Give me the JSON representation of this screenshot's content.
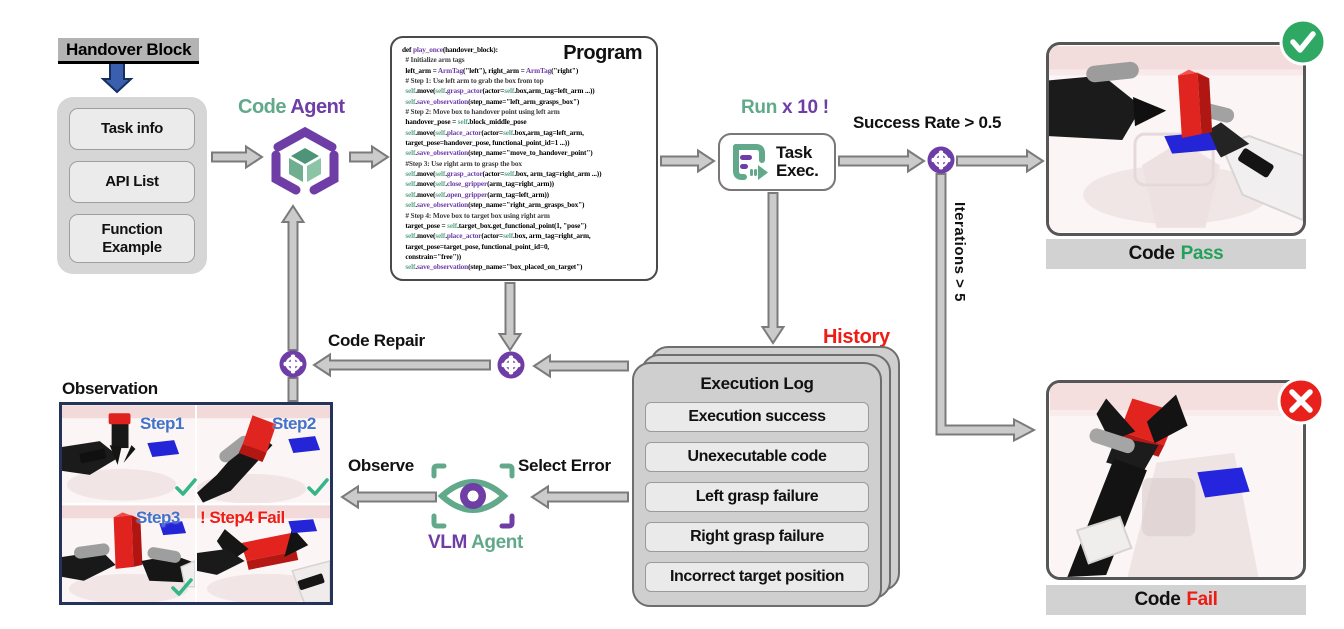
{
  "colors": {
    "purple": "#6e3da6",
    "green": "#62a98b",
    "status_green": "#25a05a",
    "status_red": "#ee1c14",
    "step_blue": "#4472c8",
    "arrow_gray": "#cbcbcb",
    "block_blue": "#2525d8",
    "block_red": "#e0241f"
  },
  "input_panel": {
    "header": "Handover Block",
    "items": [
      "Task info",
      "API List",
      "Function Example"
    ]
  },
  "code_agent": {
    "word1": "Code",
    "word2": "Agent"
  },
  "program": {
    "title": "Program",
    "code_lines": [
      "def play_once(handover_block):",
      "  # Initialize arm tags",
      "  left_arm = ArmTag(\"left\"), right_arm = ArmTag(\"right\")",
      "  # Step 1: Use left arm to grab the box from top",
      "  self.move(self.grasp_actor(actor=self.box,arm_tag=left_arm ...))",
      "  self.save_observation(step_name=\"left_arm_grasps_box\")",
      "  # Step 2: Move box to handover point using left arm",
      "  handover_pose = self.block_middle_pose",
      "  self.move(self.place_actor(actor=self.box,arm_tag=left_arm,",
      "  target_pose=handover_pose, functional_point_id=1 ...))",
      "  self.save_observation(step_name=\"move_to_handover_point\")",
      "  #Step 3: Use right arm to grasp the box",
      "  self.move(self.grasp_actor(actor=self.box, arm_tag=right_arm ...))",
      "  self.move(self.close_gripper(arm_tag=right_arm))",
      "  self.move(self.open_gripper(arm_tag=left_arm))",
      "  self.save_observation(step_name=\"right_arm_grasps_box\")",
      "  # Step 4: Move box to target box using right arm",
      "  target_pose = self.target_box.get_functional_point(1, \"pose\")",
      "  self.move(self.place_actor(actor=self.box, arm_tag=right_arm,",
      "  target_pose=target_pose, functional_point_id=0,",
      "  constrain=\"free\"))",
      "  self.save_observation(step_name=\"box_placed_on_target\")"
    ]
  },
  "run_label": {
    "word1": "Run",
    "word2": "x 10 !"
  },
  "task_exec": {
    "line1": "Task",
    "line2": "Exec."
  },
  "success_branch": {
    "label": "Success Rate > 0.5",
    "caption_code": "Code",
    "caption_status": "Pass"
  },
  "fail_branch": {
    "label": "Iterations > 5",
    "caption_code": "Code",
    "caption_status": "Fail"
  },
  "history": {
    "label": "History",
    "log_title": "Execution Log",
    "items": [
      "Execution success",
      "Unexecutable code",
      "Left grasp failure",
      "Right grasp failure",
      "Incorrect target position"
    ]
  },
  "vlm_agent": {
    "word1": "VLM",
    "word2": "Agent",
    "observe": "Observe",
    "select_error": "Select Error"
  },
  "code_repair": {
    "label": "Code Repair"
  },
  "observation": {
    "title": "Observation",
    "steps": [
      {
        "label": "Step1",
        "status": "ok"
      },
      {
        "label": "Step2",
        "status": "ok"
      },
      {
        "label": "Step3",
        "status": "ok"
      },
      {
        "label": "! Step4 Fail",
        "status": "fail"
      }
    ]
  }
}
